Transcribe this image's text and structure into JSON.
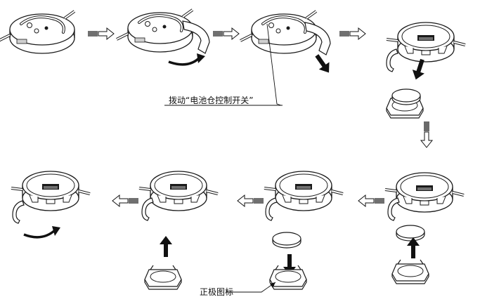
{
  "annotations": {
    "switch_label": "拨动“电池仓控制开关”",
    "polarity_label": "正极图标"
  },
  "colors": {
    "ink": "#1a1a1a",
    "paper": "#ffffff",
    "shade": "#cfcfcf",
    "arrow": "#111111"
  },
  "icons": {
    "flow_arrow": "hatched-outline-arrow",
    "motion_arrow": "solid-black-arrow",
    "rotate_arrow": "curved-black-arrow"
  }
}
